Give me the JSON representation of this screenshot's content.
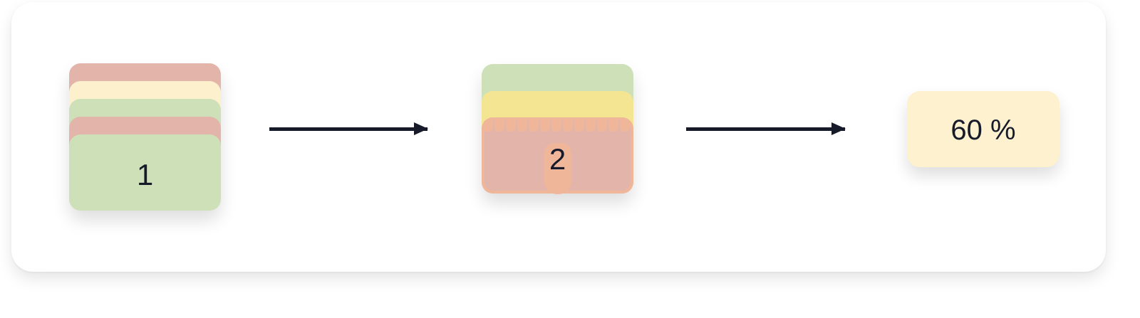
{
  "colors": {
    "panel_bg": "#ffffff",
    "salmon": "#e3b5aa",
    "cream": "#fdf0cd",
    "green": "#cde0b8",
    "yellow": "#f4e592",
    "hand_orange": "#efb69a",
    "text": "#161a2a",
    "arrow": "#171b29"
  },
  "stage1": {
    "label": "1",
    "cards": [
      "salmon",
      "cream",
      "green",
      "salmon",
      "green"
    ]
  },
  "stage2": {
    "label": "2",
    "cards": [
      "green",
      "yellow",
      "salmon"
    ]
  },
  "stage3": {
    "label": "60 %"
  },
  "arrows": [
    {
      "from": "stage1",
      "to": "stage2"
    },
    {
      "from": "stage2",
      "to": "stage3"
    }
  ]
}
